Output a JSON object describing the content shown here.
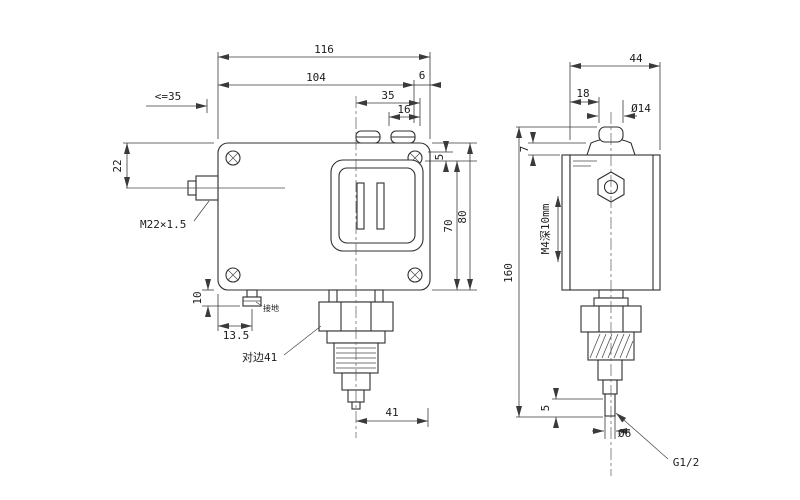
{
  "drawing": {
    "front_view": {
      "dim_width_total": "116",
      "dim_width_inner": "104",
      "dim_offset_right": "6",
      "dim_bolt_35": "35",
      "dim_bolt_16": "16",
      "dim_max_length": "<=35",
      "dim_gland_height": "22",
      "label_gland_thread": "M22×1.5",
      "dim_window_offset": "5",
      "dim_height_window": "70",
      "dim_height_body": "80",
      "dim_ground_drop": "10",
      "dim_ground_offset": "13.5",
      "label_ground": "接地",
      "label_hex_flats": "对边41",
      "dim_port_offset": "41"
    },
    "side_view": {
      "dim_depth": "44",
      "dim_cap_offset": "18",
      "dim_cap_dia": "Ø14",
      "dim_top_gap": "7",
      "label_side_hole": "M4深10mm",
      "dim_height_total": "160",
      "dim_tip_len": "5",
      "dim_tip_dia": "Ø6",
      "label_port_thread": "G1/2"
    }
  }
}
